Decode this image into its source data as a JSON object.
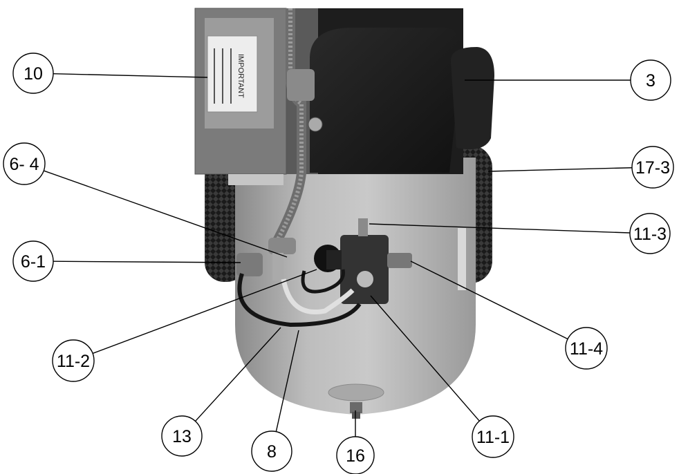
{
  "diagram": {
    "label_text": "IMPORTANT",
    "callouts": [
      {
        "id": "c10",
        "text": "10"
      },
      {
        "id": "c3",
        "text": "3"
      },
      {
        "id": "c6-4",
        "text": "6- 4"
      },
      {
        "id": "c17-3",
        "text": "17-3"
      },
      {
        "id": "c11-3",
        "text": "11-3"
      },
      {
        "id": "c6-1",
        "text": "6-1"
      },
      {
        "id": "c11-4",
        "text": "11-4"
      },
      {
        "id": "c11-2",
        "text": "11-2"
      },
      {
        "id": "c13",
        "text": "13"
      },
      {
        "id": "c8",
        "text": "8"
      },
      {
        "id": "c16",
        "text": "16"
      },
      {
        "id": "c11-1",
        "text": "11-1"
      }
    ]
  }
}
